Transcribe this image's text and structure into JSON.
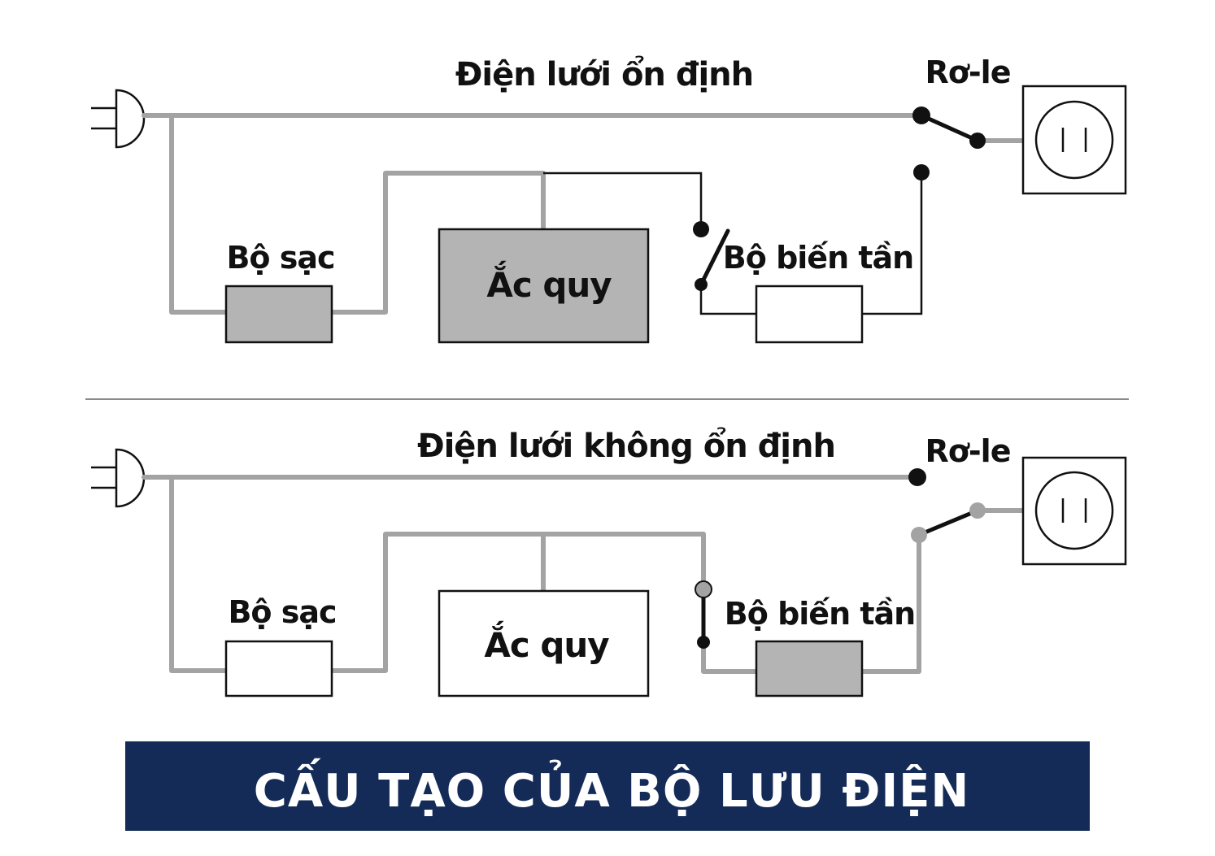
{
  "colors": {
    "wire_active": "#a3a3a3",
    "wire_inactive": "#111111",
    "component_active": "#b4b4b4",
    "banner_bg": "#142b57",
    "banner_text": "#ffffff"
  },
  "top": {
    "heading": "Điện lưới ổn định",
    "relay_label": "Rơ-le",
    "charger_label": "Bộ sạc",
    "battery_label": "Ắc quy",
    "inverter_label": "Bộ biến tần"
  },
  "bottom": {
    "heading": "Điện lưới không ổn định",
    "relay_label": "Rơ-le",
    "charger_label": "Bộ sạc",
    "battery_label": "Ắc quy",
    "inverter_label": "Bộ biến tần"
  },
  "banner": {
    "title": "CẤU TẠO CỦA BỘ LƯU ĐIỆN"
  }
}
